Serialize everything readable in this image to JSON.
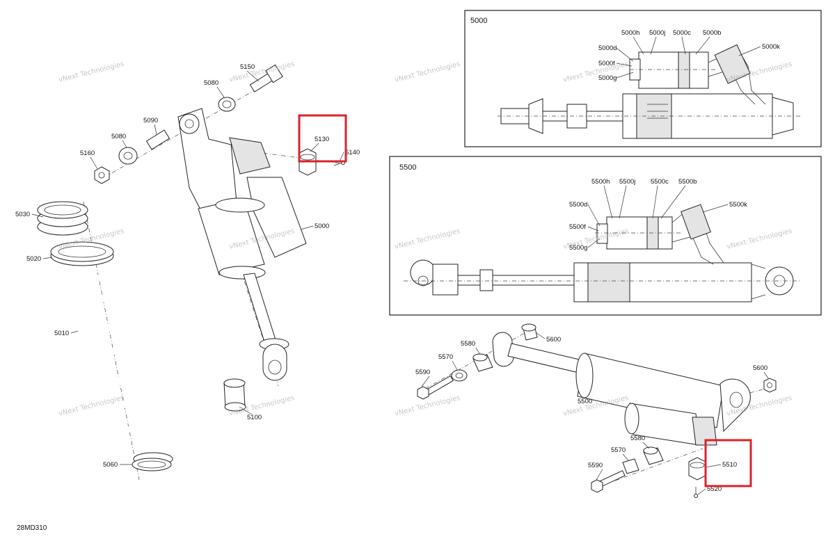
{
  "drawing_number": "28MD310",
  "watermark": "vNext Technologies",
  "insets": {
    "rear": {
      "title": "5000",
      "labels": [
        "5000h",
        "5000j",
        "5000c",
        "5000b",
        "5000d",
        "5000f",
        "5000g",
        "5000k"
      ]
    },
    "front": {
      "title": "5500",
      "labels": [
        "5500h",
        "5500j",
        "5500c",
        "5500b",
        "5500d",
        "5500f",
        "5500g",
        "5500k"
      ]
    }
  },
  "parts_left": {
    "p5150": "5150",
    "p5080a": "5080",
    "p5090": "5090",
    "p5080b": "5080",
    "p5160": "5160",
    "p5130": "5130",
    "p5140": "5140",
    "p5000": "5000",
    "p5030": "5030",
    "p5020": "5020",
    "p5010": "5010",
    "p5100": "5100",
    "p5060": "5060"
  },
  "parts_right": {
    "p5600a": "5600",
    "p5580a": "5580",
    "p5570a": "5570",
    "p5590a": "5590",
    "p5600b": "5600",
    "p5500": "5500",
    "p5580b": "5580",
    "p5570b": "5570",
    "p5590b": "5590",
    "p5510": "5510",
    "p5520": "5520"
  },
  "highlight_color": "#d9232a"
}
